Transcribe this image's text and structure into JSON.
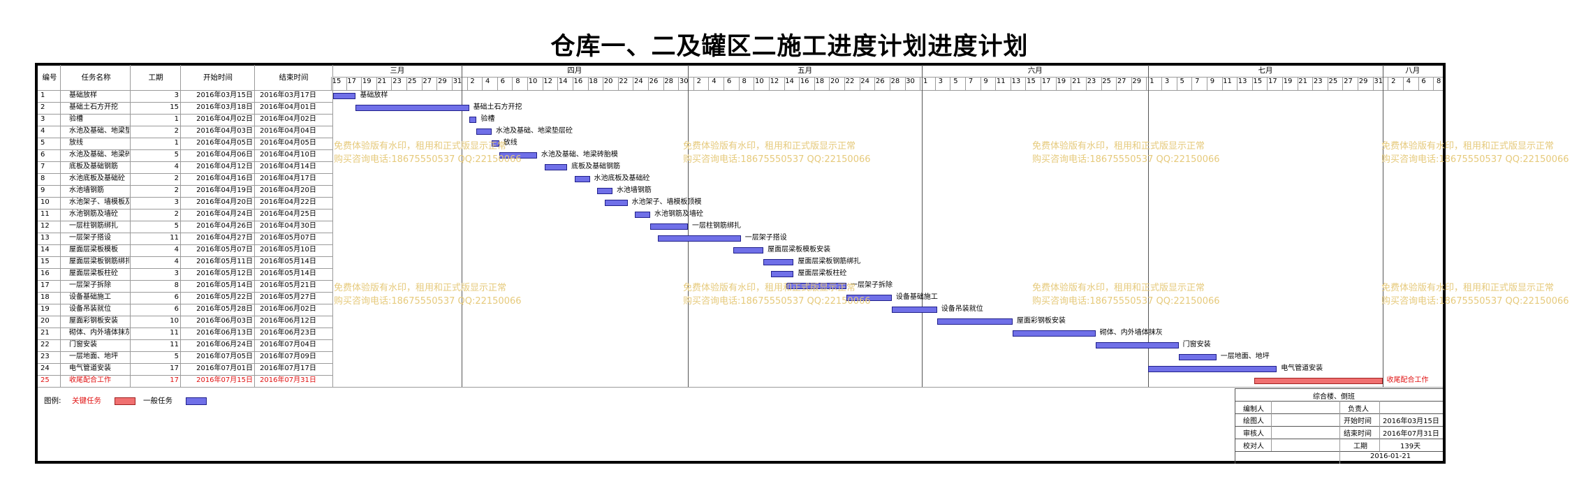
{
  "title": "仓库一、二及罐区二施工进度计划进度计划",
  "columns": {
    "id": "编号",
    "name": "任务名称",
    "duration": "工期",
    "start": "开始时间",
    "end": "结束时间"
  },
  "months": [
    "三月",
    "四月",
    "五月",
    "六月",
    "七月",
    "八月"
  ],
  "day_ticks": [
    "15",
    "17",
    "19",
    "21",
    "23",
    "25",
    "27",
    "29",
    "31",
    "2",
    "4",
    "6",
    "8",
    "10",
    "12",
    "14",
    "16",
    "18",
    "20",
    "22",
    "24",
    "26",
    "28",
    "30",
    "2",
    "4",
    "6",
    "8",
    "10",
    "12",
    "14",
    "16",
    "18",
    "20",
    "22",
    "24",
    "26",
    "28",
    "30",
    "1",
    "3",
    "5",
    "7",
    "9",
    "11",
    "13",
    "15",
    "17",
    "19",
    "21",
    "23",
    "25",
    "27",
    "29",
    "1",
    "3",
    "5",
    "7",
    "9",
    "11",
    "13",
    "15",
    "17",
    "19",
    "21",
    "23",
    "25",
    "27",
    "29",
    "31",
    "2",
    "4",
    "6",
    "8"
  ],
  "colors": {
    "normal": "#7070e8",
    "critical": "#f07070",
    "critical_text": "#e01010"
  },
  "chart_data": {
    "type": "gantt",
    "title": "仓库一、二及罐区二施工进度计划进度计划",
    "x_range": [
      "2016-03-15",
      "2016-08-08"
    ],
    "tasks": [
      {
        "id": "1",
        "name": "基础放样",
        "duration": "3",
        "start": "2016年03月15日",
        "end": "2016年03月17日",
        "label": "基础放样",
        "s": "2016-03-15",
        "e": "2016-03-17",
        "critical": false
      },
      {
        "id": "2",
        "name": "基础土石方开挖",
        "duration": "15",
        "start": "2016年03月18日",
        "end": "2016年04月01日",
        "label": "基础土石方开挖",
        "s": "2016-03-18",
        "e": "2016-04-01",
        "critical": false
      },
      {
        "id": "3",
        "name": "验槽",
        "duration": "1",
        "start": "2016年04月02日",
        "end": "2016年04月02日",
        "label": "验槽",
        "s": "2016-04-02",
        "e": "2016-04-02",
        "critical": false
      },
      {
        "id": "4",
        "name": "水池及基础、地梁垫层砼",
        "duration": "2",
        "start": "2016年04月03日",
        "end": "2016年04月04日",
        "label": "水池及基础、地梁垫层砼",
        "s": "2016-04-03",
        "e": "2016-04-04",
        "critical": false
      },
      {
        "id": "5",
        "name": "放线",
        "duration": "1",
        "start": "2016年04月05日",
        "end": "2016年04月05日",
        "label": "放线",
        "s": "2016-04-05",
        "e": "2016-04-05",
        "critical": false
      },
      {
        "id": "6",
        "name": "水池及基础、地梁砖胎模",
        "duration": "5",
        "start": "2016年04月06日",
        "end": "2016年04月10日",
        "label": "水池及基础、地梁砖胎模",
        "s": "2016-04-06",
        "e": "2016-04-10",
        "critical": false
      },
      {
        "id": "7",
        "name": "底板及基础钢筋",
        "duration": "4",
        "start": "2016年04月12日",
        "end": "2016年04月14日",
        "label": "底板及基础钢筋",
        "s": "2016-04-12",
        "e": "2016-04-14",
        "critical": false
      },
      {
        "id": "8",
        "name": "水池底板及基础砼",
        "duration": "2",
        "start": "2016年04月16日",
        "end": "2016年04月17日",
        "label": "水池底板及基础砼",
        "s": "2016-04-16",
        "e": "2016-04-17",
        "critical": false
      },
      {
        "id": "9",
        "name": "水池墙钢筋",
        "duration": "2",
        "start": "2016年04月19日",
        "end": "2016年04月20日",
        "label": "水池墙钢筋",
        "s": "2016-04-19",
        "e": "2016-04-20",
        "critical": false
      },
      {
        "id": "10",
        "name": "水池架子、墙模板及顶模",
        "duration": "3",
        "start": "2016年04月20日",
        "end": "2016年04月22日",
        "label": "水池架子、墙模板顶模",
        "s": "2016-04-20",
        "e": "2016-04-22",
        "critical": false
      },
      {
        "id": "11",
        "name": "水池钢筋及墙砼",
        "duration": "2",
        "start": "2016年04月24日",
        "end": "2016年04月25日",
        "label": "水池钢筋及墙砼",
        "s": "2016-04-24",
        "e": "2016-04-25",
        "critical": false
      },
      {
        "id": "12",
        "name": "一层柱钢筋绑扎",
        "duration": "5",
        "start": "2016年04月26日",
        "end": "2016年04月30日",
        "label": "一层柱钢筋绑扎",
        "s": "2016-04-26",
        "e": "2016-04-30",
        "critical": false
      },
      {
        "id": "13",
        "name": "一层架子搭设",
        "duration": "11",
        "start": "2016年04月27日",
        "end": "2016年05月07日",
        "label": "一层架子搭设",
        "s": "2016-04-27",
        "e": "2016-05-07",
        "critical": false
      },
      {
        "id": "14",
        "name": "屋面层梁板模板",
        "duration": "4",
        "start": "2016年05月07日",
        "end": "2016年05月10日",
        "label": "屋面层梁板模板安装",
        "s": "2016-05-07",
        "e": "2016-05-10",
        "critical": false
      },
      {
        "id": "15",
        "name": "屋面层梁板钢筋绑扎",
        "duration": "4",
        "start": "2016年05月11日",
        "end": "2016年05月14日",
        "label": "屋面层梁板钢筋绑扎",
        "s": "2016-05-11",
        "e": "2016-05-14",
        "critical": false
      },
      {
        "id": "16",
        "name": "屋面层梁板柱砼",
        "duration": "3",
        "start": "2016年05月12日",
        "end": "2016年05月14日",
        "label": "屋面层梁板柱砼",
        "s": "2016-05-12",
        "e": "2016-05-14",
        "critical": false
      },
      {
        "id": "17",
        "name": "一层架子拆除",
        "duration": "8",
        "start": "2016年05月14日",
        "end": "2016年05月21日",
        "label": "一层架子拆除",
        "s": "2016-05-14",
        "e": "2016-05-21",
        "critical": false
      },
      {
        "id": "18",
        "name": "设备基础施工",
        "duration": "6",
        "start": "2016年05月22日",
        "end": "2016年05月27日",
        "label": "设备基础施工",
        "s": "2016-05-22",
        "e": "2016-05-27",
        "critical": false
      },
      {
        "id": "19",
        "name": "设备吊装就位",
        "duration": "6",
        "start": "2016年05月28日",
        "end": "2016年06月02日",
        "label": "设备吊装就位",
        "s": "2016-05-28",
        "e": "2016-06-02",
        "critical": false
      },
      {
        "id": "20",
        "name": "屋面彩钢板安装",
        "duration": "10",
        "start": "2016年06月03日",
        "end": "2016年06月12日",
        "label": "屋面彩钢板安装",
        "s": "2016-06-03",
        "e": "2016-06-12",
        "critical": false
      },
      {
        "id": "21",
        "name": "砌体、内外墙体抹灰",
        "duration": "11",
        "start": "2016年06月13日",
        "end": "2016年06月23日",
        "label": "砌体、内外墙体抹灰",
        "s": "2016-06-13",
        "e": "2016-06-23",
        "critical": false
      },
      {
        "id": "22",
        "name": "门窗安装",
        "duration": "11",
        "start": "2016年06月24日",
        "end": "2016年07月04日",
        "label": "门窗安装",
        "s": "2016-06-24",
        "e": "2016-07-04",
        "critical": false
      },
      {
        "id": "23",
        "name": "一层地面、地坪",
        "duration": "5",
        "start": "2016年07月05日",
        "end": "2016年07月09日",
        "label": "一层地面、地坪",
        "s": "2016-07-05",
        "e": "2016-07-09",
        "critical": false
      },
      {
        "id": "24",
        "name": "电气管道安装",
        "duration": "17",
        "start": "2016年07月01日",
        "end": "2016年07月17日",
        "label": "电气管道安装",
        "s": "2016-07-01",
        "e": "2016-07-17",
        "critical": false
      },
      {
        "id": "25",
        "name": "收尾配合工作",
        "duration": "17",
        "start": "2016年07月15日",
        "end": "2016年07月31日",
        "label": "收尾配合工作",
        "s": "2016-07-15",
        "e": "2016-07-31",
        "critical": true
      }
    ]
  },
  "watermark": {
    "line1": "免费体验版有水印，租用和正式版显示正常",
    "line2": "购买咨询电话:18675550537 QQ:22150066"
  },
  "legend": {
    "label": "图例:",
    "critical": "关键任务",
    "normal": "一般任务"
  },
  "signoff": {
    "project": "综合楼、倒班",
    "compiled_by": "编制人",
    "owner": "负责人",
    "drawn_by": "绘图人",
    "start_label": "开始时间",
    "start_value": "2016年03月15日",
    "reviewed_by": "审核人",
    "end_label": "结束时间",
    "end_value": "2016年07月31日",
    "checked_by": "校对人",
    "duration_label": "工期",
    "duration_value": "139天",
    "date": "2016-01-21"
  }
}
